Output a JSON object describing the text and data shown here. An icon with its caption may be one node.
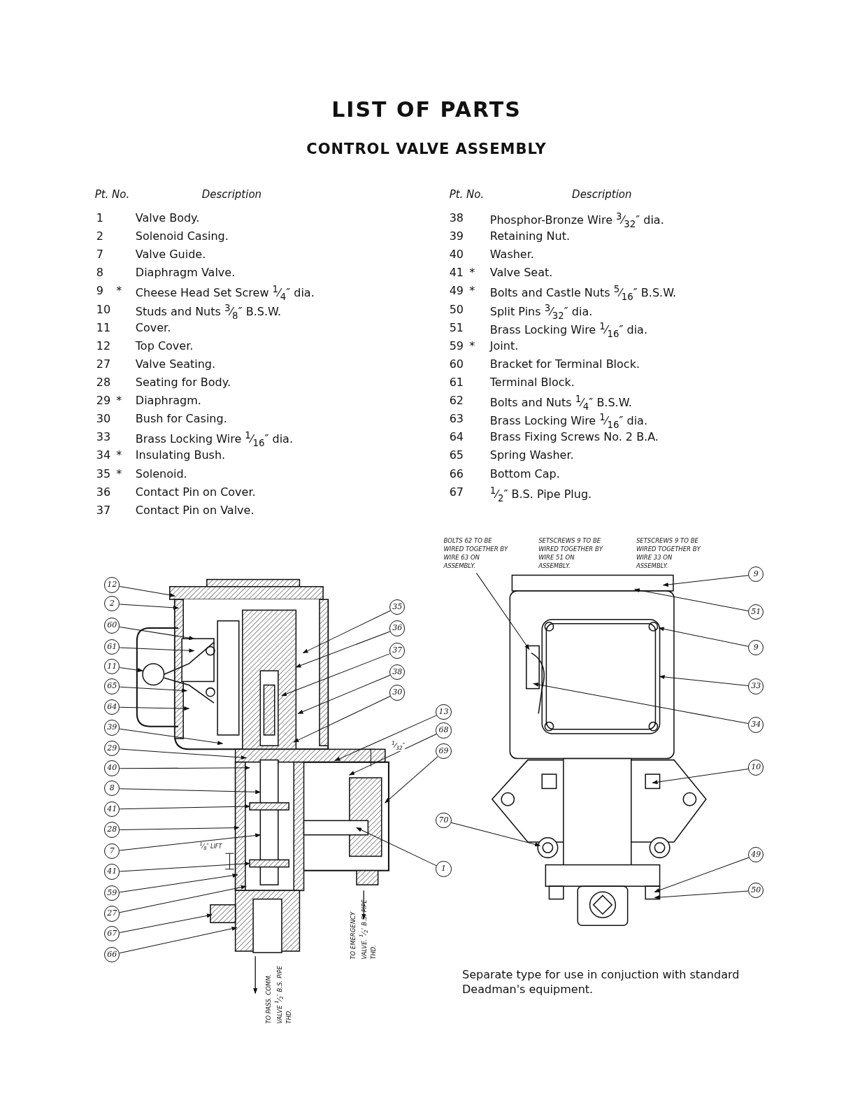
{
  "diagram": {
    "title": "LIST OF PARTS",
    "caption": "Separate type for use in conjuction with standard Deadman's equipment.",
    "nodes": [
      {
        "text": [
          "BOLTS 62 TO BE WIRED TOGETHER BY WIRE 63 ON ASSEMBLY."
        ]
      },
      {
        "text": [
          "12"
        ]
      },
      {
        "text": [
          "2"
        ]
      },
      {
        "text": [
          "60"
        ]
      },
      {
        "text": [
          "61"
        ]
      },
      {
        "text": [
          "11"
        ]
      },
      {
        "text": [
          "65"
        ]
      },
      {
        "text": [
          "64"
        ]
      },
      {
        "text": [
          "39"
        ]
      },
      {
        "text": [
          "29"
        ]
      },
      {
        "text": [
          "40"
        ]
      },
      {
        "text": [
          "8"
        ]
      },
      {
        "text": [
          "41"
        ]
      },
      {
        "text": [
          "28"
        ]
      },
      {
        "text": [
          "7"
        ]
      },
      {
        "text": [
          "41"
        ]
      },
      {
        "text": [
          "59"
        ]
      },
      {
        "text": [
          "27"
        ]
      },
      {
        "text": [
          "67"
        ]
      },
      {
        "text": [
          "66"
        ]
      },
      {
        "text": [
          "35"
        ]
      },
      {
        "text": [
          "36"
        ]
      },
      {
        "text": [
          "37"
        ]
      },
      {
        "text": [
          "38"
        ]
      },
      {
        "text": [
          "30"
        ]
      },
      {
        "text": [
          "13"
        ]
      },
      {
        "text": [
          "68"
        ]
      },
      {
        "text": [
          "69"
        ]
      },
      {
        "text": [
          "70"
        ]
      },
      {
        "text": [
          "1"
        ]
      },
      {
        "text": [
          "9"
        ]
      },
      {
        "text": [
          "51"
        ]
      },
      {
        "text": [
          "9"
        ]
      },
      {
        "text": [
          "33"
        ]
      },
      {
        "text": [
          "34"
        ]
      },
      {
        "text": [
          "10"
        ]
      },
      {
        "text": [
          "49"
        ]
      },
      {
        "text": [
          "50"
        ]
      },
      {
        "text": [],
        "shape": "picture"
      },
      {
        "text": [],
        "shape": "picture"
      }
    ],
    "edges": [
      {
        "from": 0,
        "to": 39,
        "arrow": "to"
      },
      {
        "from": 1,
        "to": 38,
        "arrow": "to"
      },
      {
        "from": 2,
        "to": 38,
        "arrow": "to"
      },
      {
        "from": 3,
        "to": 38,
        "arrow": "to"
      },
      {
        "from": 4,
        "to": 38,
        "arrow": "to"
      },
      {
        "from": 5,
        "to": 38,
        "arrow": "to"
      },
      {
        "from": 6,
        "to": 38,
        "arrow": "to"
      },
      {
        "from": 7,
        "to": 38,
        "arrow": "to"
      },
      {
        "from": 8,
        "to": 38,
        "arrow": "to"
      },
      {
        "from": 9,
        "to": 38,
        "arrow": "to"
      },
      {
        "from": 10,
        "to": 38,
        "arrow": "to"
      },
      {
        "from": 11,
        "to": 38,
        "arrow": "to"
      },
      {
        "from": 12,
        "to": 38,
        "arrow": "to"
      },
      {
        "from": 13,
        "to": 38,
        "arrow": "to"
      },
      {
        "from": 14,
        "to": 38,
        "arrow": "to"
      },
      {
        "from": 15,
        "to": 38,
        "arrow": "to"
      },
      {
        "from": 16,
        "to": 38,
        "arrow": "to"
      },
      {
        "from": 17,
        "to": 38,
        "arrow": "to"
      },
      {
        "from": 18,
        "to": 38,
        "arrow": "to"
      },
      {
        "from": 19,
        "to": 38,
        "arrow": "to"
      },
      {
        "from": 20,
        "to": 38,
        "arrow": "to"
      },
      {
        "from": 21,
        "to": 38,
        "arrow": "to"
      },
      {
        "from": 22,
        "to": 38,
        "arrow": "to"
      },
      {
        "from": 23,
        "to": 38,
        "arrow": "to"
      },
      {
        "from": 24,
        "to": 38,
        "arrow": "to"
      },
      {
        "from": 25,
        "to": 38,
        "arrow": "to"
      },
      {
        "from": 26,
        "to": 38,
        "arrow": "to"
      },
      {
        "from": 27,
        "to": 38,
        "arrow": "to"
      },
      {
        "from": 28,
        "to": 39,
        "arrow": "to"
      },
      {
        "from": 29,
        "to": 38,
        "arrow": "to"
      },
      {
        "from": 30,
        "to": 39,
        "arrow": "to"
      },
      {
        "from": 31,
        "to": 39,
        "arrow": "to"
      },
      {
        "from": 32,
        "to": 39,
        "arrow": "to"
      },
      {
        "from": 33,
        "to": 39,
        "arrow": "to"
      },
      {
        "from": 34,
        "to": 39,
        "arrow": "to"
      },
      {
        "from": 35,
        "to": 39,
        "arrow": "to"
      },
      {
        "from": 36,
        "to": 39,
        "arrow": "to"
      },
      {
        "from": 37,
        "to": 39,
        "arrow": "to"
      }
    ],
    "labels": [
      "CONTROL VALVE ASSEMBLY",
      "Pt. No.",
      "Description",
      "1",
      "Valve Body.",
      "2",
      "Solenoid Casing.",
      "7",
      "Valve Guide.",
      "8",
      "Diaphragm Valve.",
      "9",
      "*",
      "Cheese Head Set Screw $^{1}$⁄$_{4}$″ dia.",
      "10",
      "Studs and Nuts $^{3}$⁄$_{8}$″ B.S.W.",
      "11",
      "Cover.",
      "12",
      "Top Cover.",
      "27",
      "Valve Seating.",
      "28",
      "Seating for Body.",
      "29",
      "*",
      "Diaphragm.",
      "30",
      "Bush for Casing.",
      "33",
      "Brass Locking Wire $^{1}$⁄$_{16}$″ dia.",
      "34",
      "*",
      "Insulating Bush.",
      "35",
      "*",
      "Solenoid.",
      "36",
      "Contact Pin on Cover.",
      "37",
      "Contact Pin on Valve.",
      "Pt. No.",
      "Description",
      "38",
      "Phosphor-Bronze Wire $^{3}$⁄$_{32}$″ dia.",
      "39",
      "Retaining Nut.",
      "40",
      "Washer.",
      "41",
      "*",
      "Valve Seat.",
      "49",
      "*",
      "Bolts and Castle Nuts $^{5}$⁄$_{16}$″ B.S.W.",
      "50",
      "Split Pins $^{3}$⁄$_{32}$″ dia.",
      "51",
      "Brass Locking Wire $^{1}$⁄$_{16}$″ dia.",
      "59",
      "*",
      "Joint.",
      "60",
      "Bracket for Terminal Block.",
      "61",
      "Terminal Block.",
      "62",
      "Bolts and Nuts $^{1}$⁄$_{4}$″ B.S.W.",
      "63",
      "Brass Locking Wire $^{1}$⁄$_{16}$″ dia.",
      "64",
      "Brass Fixing Screws No. 2 B.A.",
      "65",
      "Spring Washer.",
      "66",
      "Bottom Cap.",
      "67",
      "$^{1}$⁄$_{2}$″ B.S. Pipe Plug.",
      "SETSCREWS 9 TO BE WIRED TOGETHER BY WIRE 51 ON ASSEMBLY.",
      "SETSCREWS 9 TO BE WIRED TOGETHER BY WIRE 33 ON ASSEMBLY.",
      "$^{1}$⁄$_{32}$″",
      "$^{1}$⁄$_{8}$″ LIFT",
      "TO PASS. COMM. VALVE $^{1}$⁄$_{2}$″ B.S. PIPE THD.",
      "TO EMERGENCY VALVE. $^{1}$⁄$_{2}$″ B.S. PIPE THD."
    ]
  }
}
